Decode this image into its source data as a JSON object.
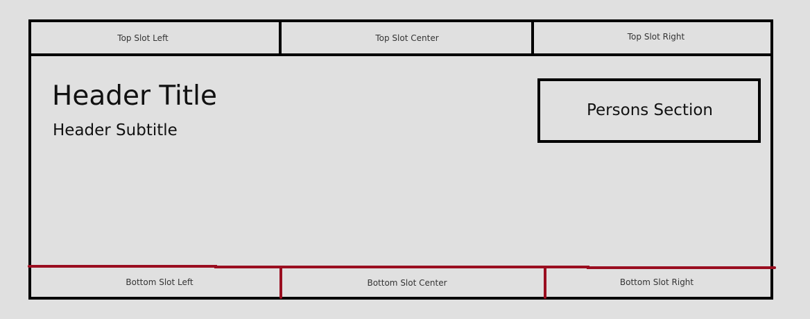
{
  "top_slots": {
    "left": "Top Slot Left",
    "center": "Top Slot Center",
    "right": "Top Slot Right"
  },
  "header": {
    "title": "Header Title",
    "subtitle": "Header Subtitle"
  },
  "persons_section": {
    "label": "Persons Section"
  },
  "bottom_slots": {
    "left": "Bottom Slot Left",
    "center": "Bottom Slot Center",
    "right": "Bottom Slot Right"
  },
  "colors": {
    "outline": "#000000",
    "bottom_divider": "#9a0e20",
    "background": "#e0e0e0"
  }
}
